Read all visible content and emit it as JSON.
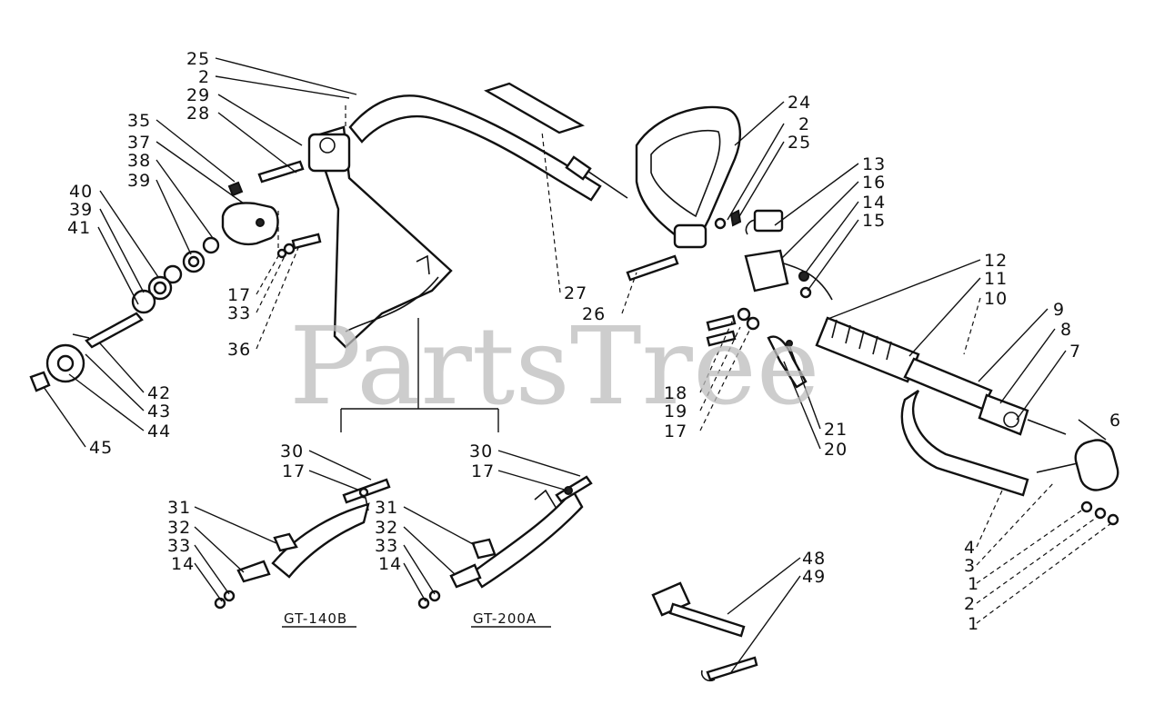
{
  "watermark": "PartsTree",
  "models": [
    "GT-140B",
    "GT-200A"
  ],
  "callouts": [
    "25",
    "2",
    "29",
    "28",
    "35",
    "37",
    "38",
    "39",
    "40",
    "39",
    "41",
    "42",
    "43",
    "44",
    "45",
    "17",
    "33",
    "36",
    "27",
    "26",
    "24",
    "2",
    "25",
    "13",
    "16",
    "14",
    "15",
    "12",
    "11",
    "10",
    "9",
    "8",
    "7",
    "6",
    "18",
    "19",
    "17",
    "21",
    "20",
    "4",
    "3",
    "1",
    "2",
    "1",
    "30",
    "17",
    "31",
    "32",
    "33",
    "14",
    "30",
    "17",
    "31",
    "32",
    "33",
    "14",
    "48",
    "49"
  ],
  "colors": {
    "ink": "#111111",
    "watermark": "#bdbdbd",
    "background": "#ffffff"
  }
}
